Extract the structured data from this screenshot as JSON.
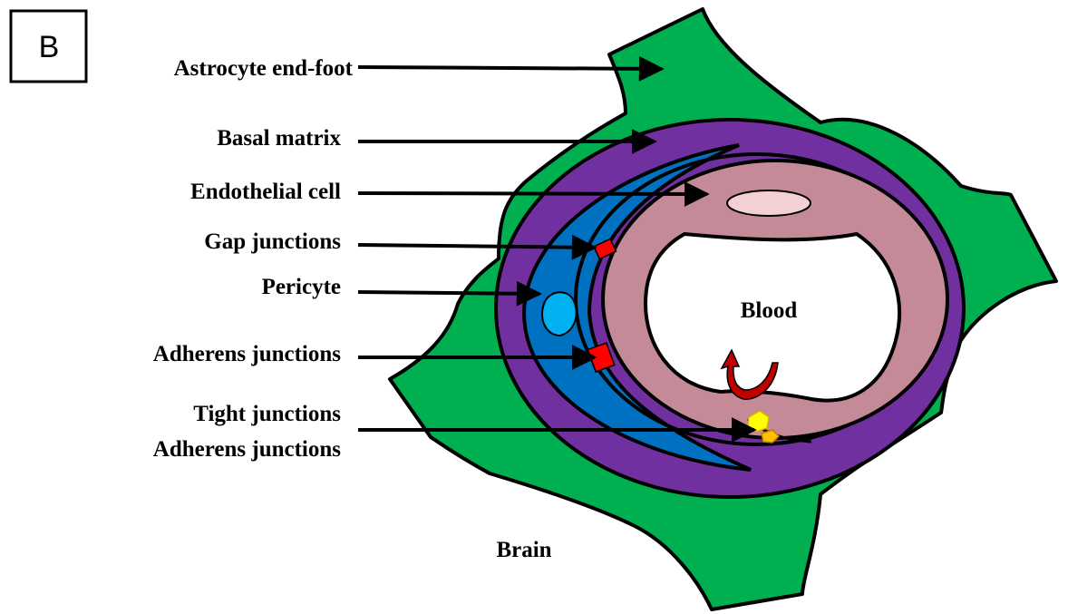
{
  "panel_letter": "B",
  "labels": {
    "astrocyte": "Astrocyte end-foot",
    "basal": "Basal matrix",
    "endothelial": "Endothelial cell",
    "gap": "Gap junctions",
    "pericyte": "Pericyte",
    "adherens": "Adherens junctions",
    "tight1": "Tight junctions",
    "tight2": "Adherens junctions"
  },
  "regions": {
    "blood": "Blood",
    "brain": "Brain"
  },
  "colors": {
    "astrocyte": "#00b050",
    "basal_matrix": "#7030a0",
    "pericyte": "#0070c0",
    "pericyte_nucleus": "#00b0f0",
    "endothelial": "#c48a97",
    "endothelial_nucleus": "#f2d0d4",
    "junction_red": "#ff0000",
    "tight_junction": "#ffff00",
    "adherens_orange": "#ffc000",
    "arrow_dark_red": "#c00000"
  }
}
